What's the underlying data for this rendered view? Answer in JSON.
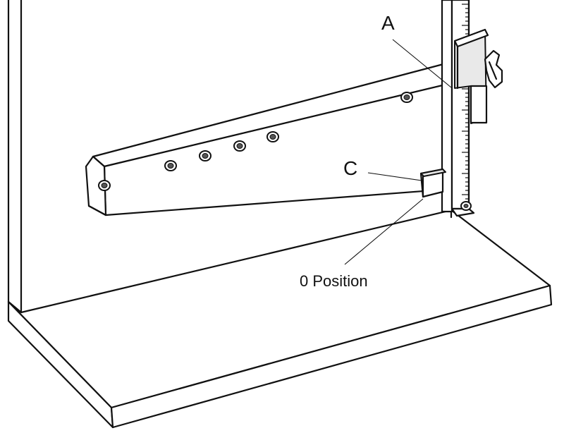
{
  "diagram": {
    "labels": {
      "a": "A",
      "c": "C",
      "zero": "0 Position"
    }
  }
}
